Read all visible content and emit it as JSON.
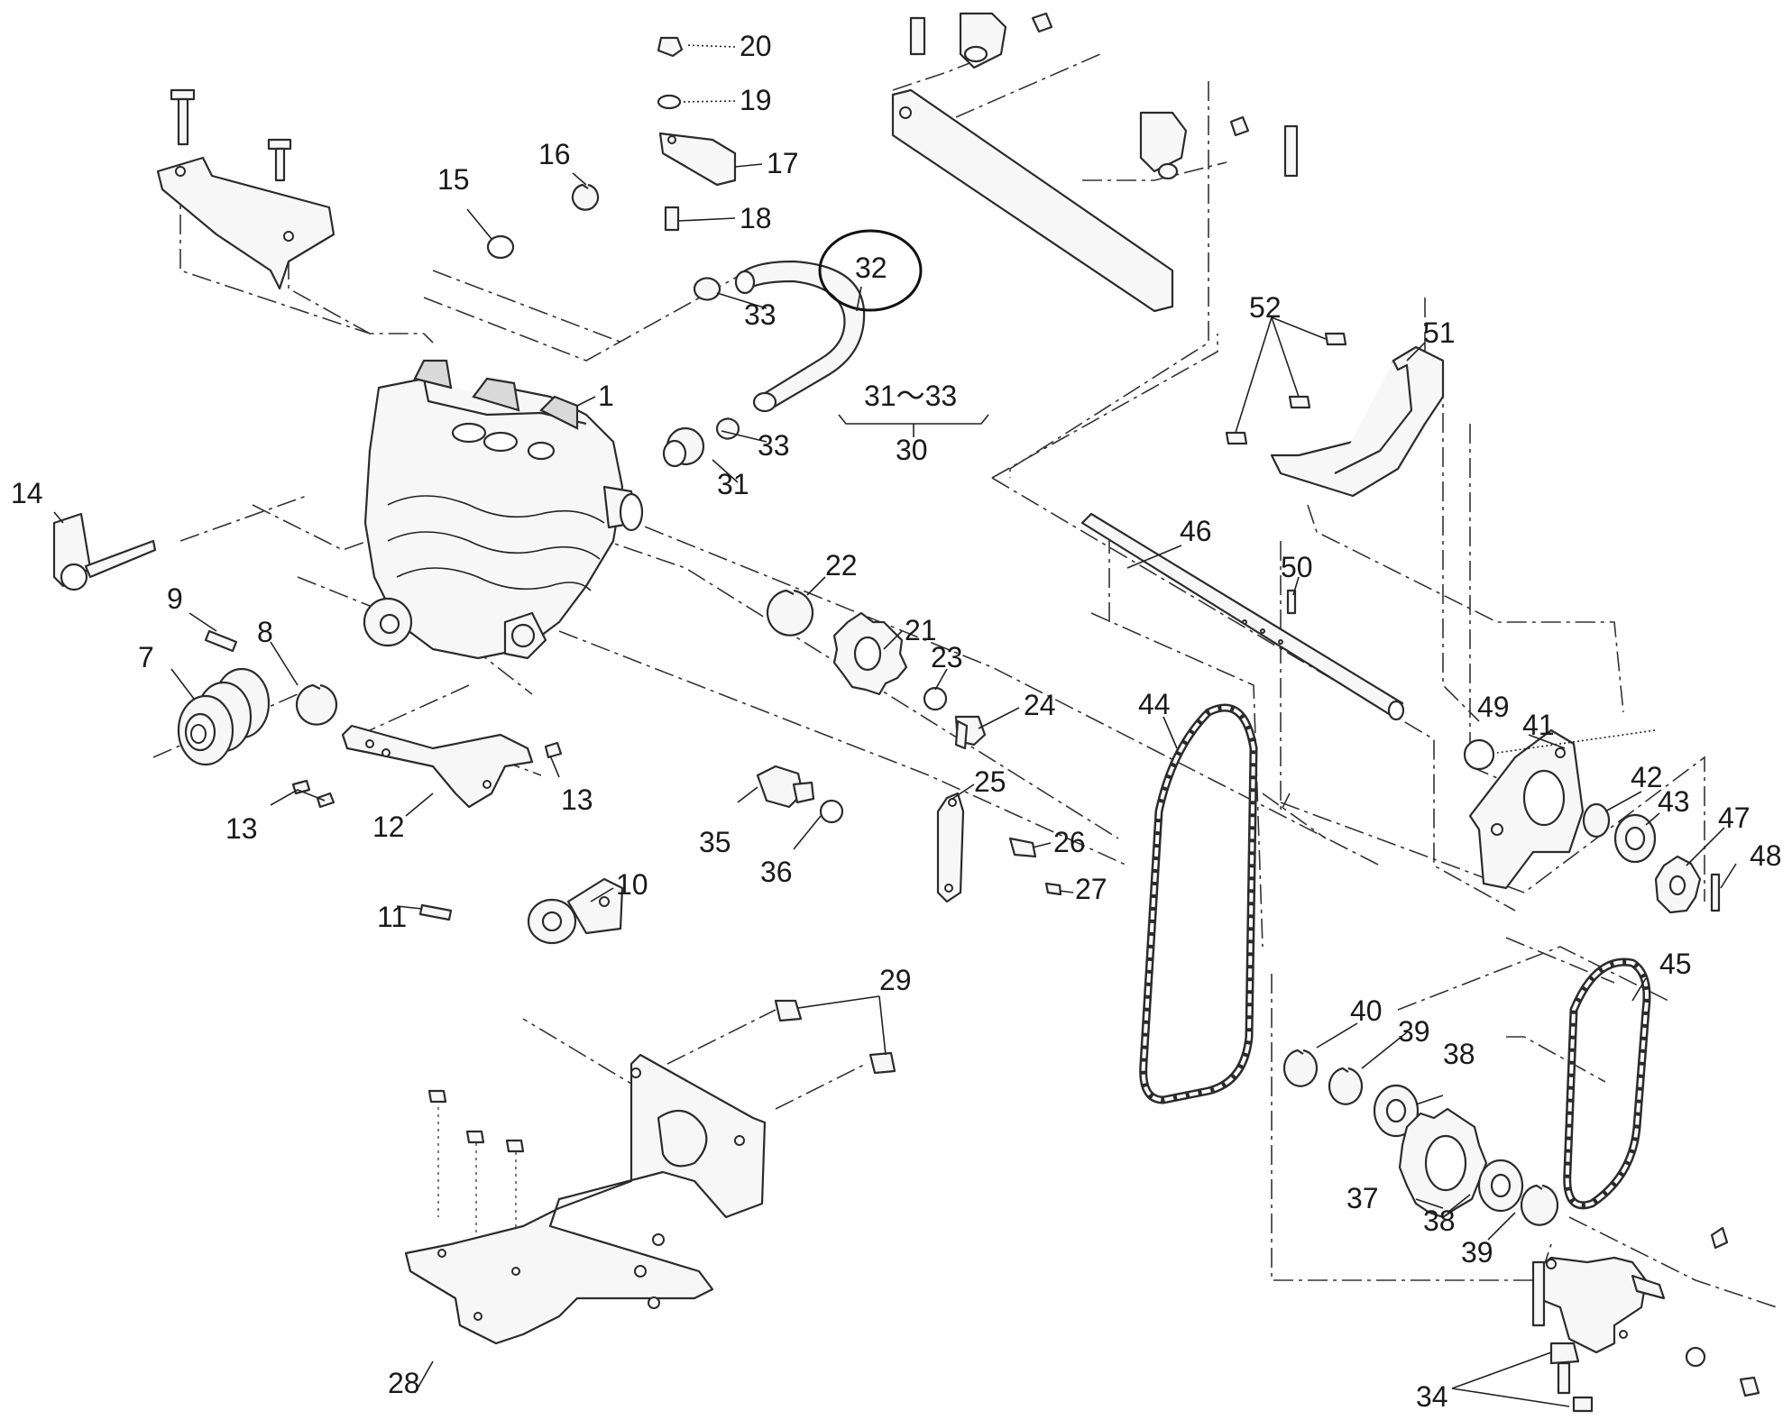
{
  "callouts": [
    {
      "key": "c1",
      "text": "1"
    },
    {
      "key": "c7",
      "text": "7"
    },
    {
      "key": "c8",
      "text": "8"
    },
    {
      "key": "c9",
      "text": "9"
    },
    {
      "key": "c10",
      "text": "10"
    },
    {
      "key": "c11",
      "text": "11"
    },
    {
      "key": "c12",
      "text": "12"
    },
    {
      "key": "c13a",
      "text": "13"
    },
    {
      "key": "c13b",
      "text": "13"
    },
    {
      "key": "c14",
      "text": "14"
    },
    {
      "key": "c15",
      "text": "15"
    },
    {
      "key": "c16",
      "text": "16"
    },
    {
      "key": "c17",
      "text": "17"
    },
    {
      "key": "c18",
      "text": "18"
    },
    {
      "key": "c19",
      "text": "19"
    },
    {
      "key": "c20",
      "text": "20"
    },
    {
      "key": "c21",
      "text": "21"
    },
    {
      "key": "c22",
      "text": "22"
    },
    {
      "key": "c23",
      "text": "23"
    },
    {
      "key": "c24",
      "text": "24"
    },
    {
      "key": "c25",
      "text": "25"
    },
    {
      "key": "c26",
      "text": "26"
    },
    {
      "key": "c27",
      "text": "27"
    },
    {
      "key": "c28",
      "text": "28"
    },
    {
      "key": "c29",
      "text": "29"
    },
    {
      "key": "c30",
      "text": "30"
    },
    {
      "key": "c3133",
      "text": "31～33"
    },
    {
      "key": "c31",
      "text": "31"
    },
    {
      "key": "c32",
      "text": "32"
    },
    {
      "key": "c33a",
      "text": "33"
    },
    {
      "key": "c33b",
      "text": "33"
    },
    {
      "key": "c34",
      "text": "34"
    },
    {
      "key": "c35",
      "text": "35"
    },
    {
      "key": "c36",
      "text": "36"
    },
    {
      "key": "c37",
      "text": "37"
    },
    {
      "key": "c38a",
      "text": "38"
    },
    {
      "key": "c38b",
      "text": "38"
    },
    {
      "key": "c39a",
      "text": "39"
    },
    {
      "key": "c39b",
      "text": "39"
    },
    {
      "key": "c40",
      "text": "40"
    },
    {
      "key": "c41",
      "text": "41"
    },
    {
      "key": "c42",
      "text": "42"
    },
    {
      "key": "c43",
      "text": "43"
    },
    {
      "key": "c44",
      "text": "44"
    },
    {
      "key": "c45",
      "text": "45"
    },
    {
      "key": "c46",
      "text": "46"
    },
    {
      "key": "c47",
      "text": "47"
    },
    {
      "key": "c48",
      "text": "48"
    },
    {
      "key": "c49",
      "text": "49"
    },
    {
      "key": "c50",
      "text": "50"
    },
    {
      "key": "c51",
      "text": "51"
    },
    {
      "key": "c52",
      "text": "52"
    }
  ],
  "highlighted_callout": "32"
}
